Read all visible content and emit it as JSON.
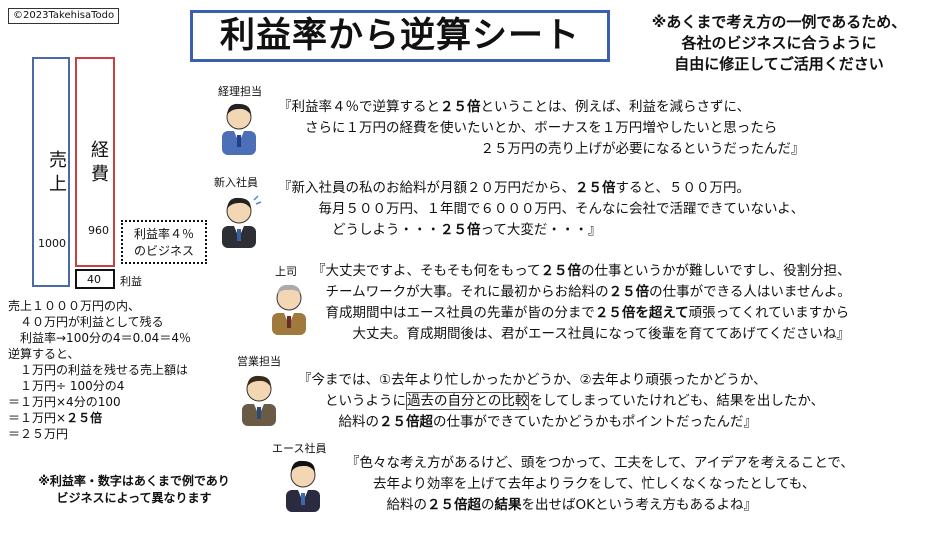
{
  "copyright": "©2023TakehisaTodo",
  "title": "利益率から逆算シート",
  "note": [
    "※あくまで考え方の一例であるため、",
    "各社のビジネスに合うように",
    "自由に修正してご活用ください"
  ],
  "diagram": {
    "sales_label": "売上",
    "cost_label": "経費",
    "sales_value": "1000",
    "cost_value": "960",
    "profit_value": "40",
    "profit_label": "利益",
    "business_box": [
      "利益率４％",
      "のビジネス"
    ],
    "colors": {
      "sales": "#4a6aa8",
      "cost": "#c94040"
    }
  },
  "calc_lines": [
    "売上１０００万円の内、",
    "　４０万円が利益として残る",
    "　利益率→100分の4＝0.04＝4％",
    "逆算すると、",
    "　１万円の利益を残せる売上額は",
    "　１万円÷ 100分の4",
    "＝１万円×4分の100",
    "＝１万円×",
    "＝２５万円"
  ],
  "calc_bold": "２５倍",
  "disclaimer": [
    "※利益率・数字はあくまで例であり",
    "ビジネスによって異なります"
  ],
  "dialogues": [
    {
      "role": "経理担当",
      "lines": [
        [
          "『利益率４％で逆算すると",
          {
            "b": "２５倍"
          },
          "ということは、例えば、利益を減らさずに、"
        ],
        [
          "　　さらに１万円の経費を使いたいとか、ボーナスを１万円増やしたいと思ったら"
        ],
        [
          "　　　　　　　　　　　　　　　２５万円の売り上げが必要になるというだったんだ』"
        ]
      ]
    },
    {
      "role": "新入社員",
      "lines": [
        [
          "『新入社員の私のお給料が月額２０万円だから、",
          {
            "b": "２５倍"
          },
          "すると、５００万円。"
        ],
        [
          "　　　毎月５００万円、１年間で６０００万円、そんなに会社で活躍できていないよ、"
        ],
        [
          "　　　　どうしよう・・・",
          {
            "b": "２５倍"
          },
          "って大変だ・・・』"
        ]
      ]
    },
    {
      "role": "上司",
      "lines": [
        [
          "『大丈夫ですよ、そもそも何をもって",
          {
            "b": "２５倍"
          },
          "の仕事というかが難しいですし、役割分担、"
        ],
        [
          "　チームワークが大事。それに最初からお給料の",
          {
            "b": "２５倍"
          },
          "の仕事ができる人はいませんよ。"
        ],
        [
          "　育成期間中はエース社員の先輩が皆の分まで",
          {
            "b": "２５倍を超えて"
          },
          "頑張ってくれていますから"
        ],
        [
          "　　　大丈夫。育成期間後は、君がエース社員になって後輩を育ててあげてくださいね』"
        ]
      ]
    },
    {
      "role": "営業担当",
      "lines": [
        [
          "『今までは、①去年より忙しかったかどうか、②去年より頑張ったかどうか、"
        ],
        [
          "　　というように",
          {
            "box": "過去の自分との比較"
          },
          "をしてしまっていたけれども、結果を出したか、"
        ],
        [
          "　　　給料の",
          {
            "b": "２５倍超"
          },
          "の仕事ができていたかどうかもポイントだったんだ』"
        ]
      ]
    },
    {
      "role": "エース社員",
      "lines": [
        [
          "『色々な考え方があるけど、頭をつかって、工夫をして、アイデアを考えることで、"
        ],
        [
          "　　去年より効率を上げて去年よりラクをして、忙しくなくなったとしても、"
        ],
        [
          "　　　給料の",
          {
            "b": "２５倍超"
          },
          "の",
          {
            "b": "結果"
          },
          "を出せばOKという考え方もあるよね』"
        ]
      ]
    }
  ]
}
